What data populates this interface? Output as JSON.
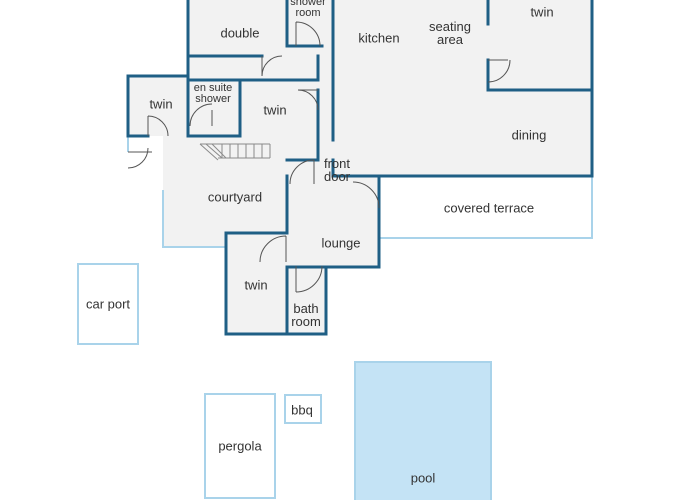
{
  "rooms": {
    "shower_room": [
      "shower",
      "room"
    ],
    "double": "double",
    "kitchen": "kitchen",
    "seating_area": [
      "seating",
      "area"
    ],
    "twin_top_right": "twin",
    "twin_left": "twin",
    "en_suite_shower": [
      "en suite",
      "shower"
    ],
    "twin_middle": "twin",
    "dining": "dining",
    "front_door": [
      "front",
      "door"
    ],
    "courtyard": "courtyard",
    "covered_terrace": "covered terrace",
    "lounge": "lounge",
    "twin_bottom": "twin",
    "bath_room": [
      "bath",
      "room"
    ],
    "car_port": "car port",
    "bbq": "bbq",
    "pergola": "pergola",
    "pool": "pool"
  },
  "colors": {
    "wall": "#1f5f85",
    "outline": "#a9d3ea",
    "pool": "#c4e3f5",
    "floor": "#f2f2f2"
  }
}
